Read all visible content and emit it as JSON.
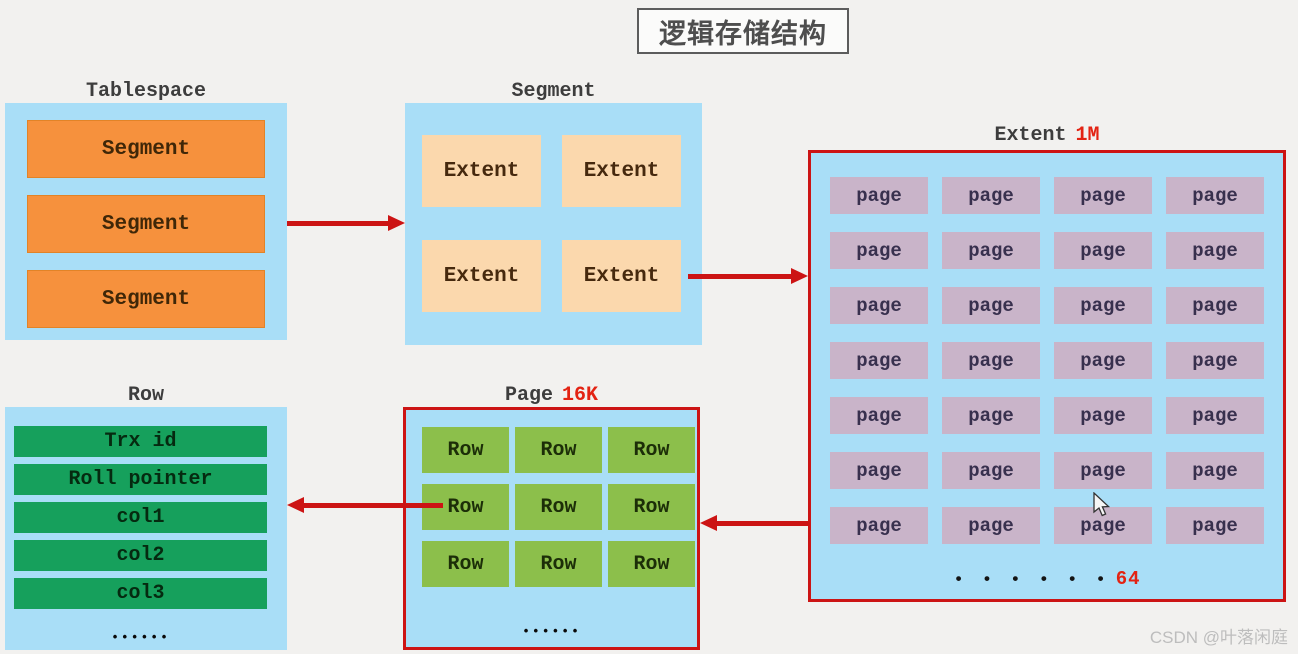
{
  "title": "逻辑存储结构",
  "watermark": "CSDN @叶落闲庭",
  "colors": {
    "container_blue": "#a9def7",
    "segment_orange": "#f6913d",
    "extent_peach": "#fbd8ad",
    "page_lavender": "#c9b4c9",
    "row_green": "#8cbf4b",
    "field_green": "#16a05c",
    "arrow_red": "#cc1414",
    "size_red": "#e32313"
  },
  "tablespace": {
    "label": "Tablespace",
    "segments": [
      "Segment",
      "Segment",
      "Segment"
    ]
  },
  "segment": {
    "label": "Segment",
    "extents": [
      "Extent",
      "Extent",
      "Extent",
      "Extent"
    ]
  },
  "extent": {
    "label": "Extent",
    "size": "1M",
    "pages": [
      "page",
      "page",
      "page",
      "page",
      "page",
      "page",
      "page",
      "page",
      "page",
      "page",
      "page",
      "page",
      "page",
      "page",
      "page",
      "page",
      "page",
      "page",
      "page",
      "page",
      "page",
      "page",
      "page",
      "page",
      "page",
      "page",
      "page",
      "page"
    ],
    "ellipsis": "• • • • • •",
    "page_total": "64"
  },
  "page": {
    "label": "Page",
    "size": "16K",
    "rows": [
      "Row",
      "Row",
      "Row",
      "Row",
      "Row",
      "Row",
      "Row",
      "Row",
      "Row"
    ],
    "ellipsis": "••••••"
  },
  "row": {
    "label": "Row",
    "fields": [
      "Trx id",
      "Roll pointer",
      "col1",
      "col2",
      "col3"
    ],
    "ellipsis": "••••••"
  }
}
